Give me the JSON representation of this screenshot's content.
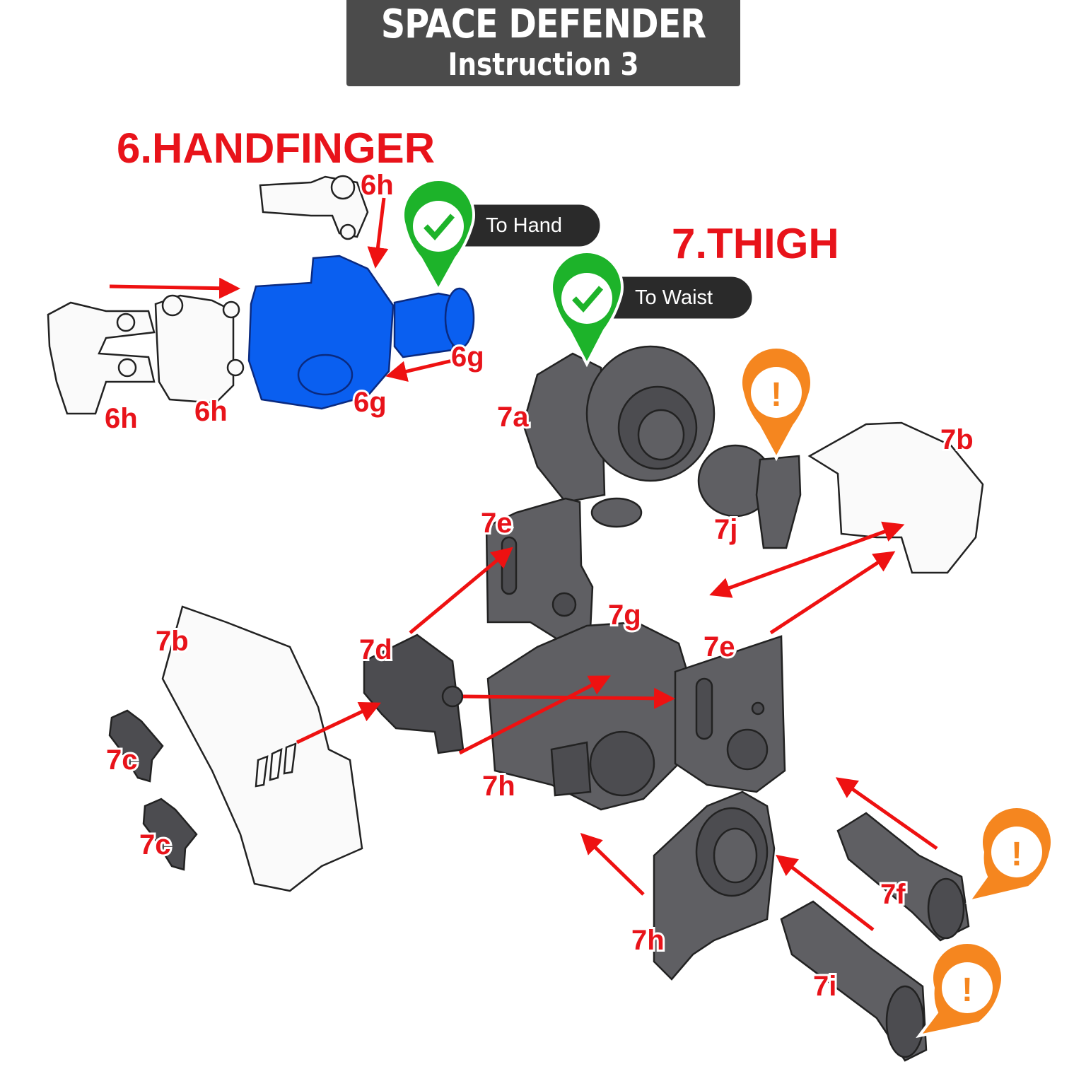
{
  "header": {
    "title": "SPACE DEFENDER",
    "subtitle": "Instruction 3"
  },
  "sections": {
    "hand": "6.HANDFINGER",
    "thigh": "7.THIGH"
  },
  "callouts": {
    "to_hand": "To Hand",
    "to_waist": "To Waist",
    "warning_symbol": "!"
  },
  "labels": {
    "p6h_top": "6h",
    "p6h_left": "6h",
    "p6h_mid": "6h",
    "p6g_right": "6g",
    "p6g_bottom": "6g",
    "p7a": "7a",
    "p7b_right": "7b",
    "p7j": "7j",
    "p7e_top": "7e",
    "p7g": "7g",
    "p7e_right": "7e",
    "p7b_left": "7b",
    "p7d": "7d",
    "p7c_top": "7c",
    "p7c_bottom": "7c",
    "p7h_mid": "7h",
    "p7h_bottom": "7h",
    "p7f": "7f",
    "p7i": "7i"
  },
  "colors": {
    "label_red": "#e8131a",
    "check_green": "#1db32a",
    "warning_orange": "#f5861f",
    "part_blue": "#0a5ff0",
    "title_bg": "#4b4b4b"
  }
}
